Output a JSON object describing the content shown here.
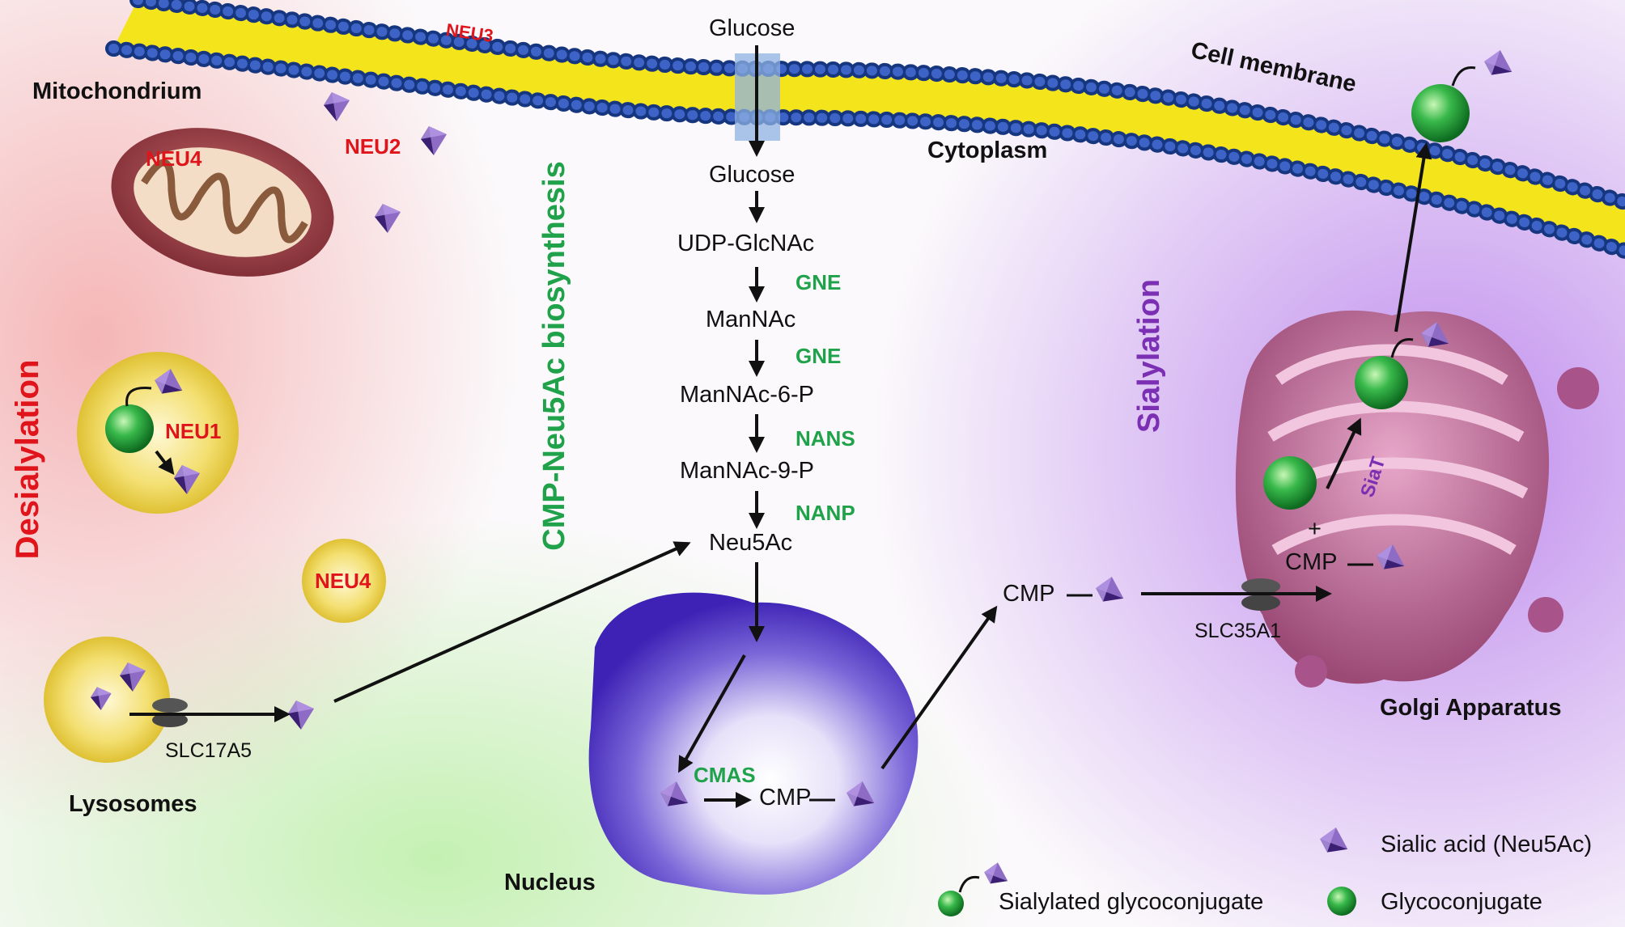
{
  "cell_membrane": "Cell membrane",
  "cytoplasm": "Cytoplasm",
  "mitochondrium": "Mitochondrium",
  "lysosomes": "Lysosomes",
  "nucleus": "Nucleus",
  "golgi": "Golgi Apparatus",
  "sections": {
    "desialylation": "Desialylation",
    "biosynthesis": "CMP-Neu5Ac biosynthesis",
    "sialylation": "Sialylation"
  },
  "neuraminidases": {
    "neu1": "NEU1",
    "neu2": "NEU2",
    "neu3": "NEU3",
    "neu4_mito": "NEU4",
    "neu4_vesicle": "NEU4"
  },
  "pathway": {
    "glucose_out": "Glucose",
    "glucose_in": "Glucose",
    "udp_glcnac": "UDP-GlcNAc",
    "mannac": "ManNAc",
    "mannac6p": "ManNAc-6-P",
    "mannac9p": "ManNAc-9-P",
    "neu5ac": "Neu5Ac"
  },
  "enzymes": {
    "gne1": "GNE",
    "gne2": "GNE",
    "nans": "NANS",
    "nanp": "NANP",
    "cmas": "CMAS",
    "siat": "SiaT"
  },
  "transporters": {
    "slc17a5": "SLC17A5",
    "slc35a1": "SLC35A1"
  },
  "cmp": {
    "nucleus": "CMP",
    "cytoplasm": "CMP",
    "golgi": "CMP",
    "plus": "+"
  },
  "legend": {
    "sialic_acid": "Sialic acid (Neu5Ac)",
    "sialylated": "Sialylated glycoconjugate",
    "glycoconjugate": "Glycoconjugate"
  },
  "colors": {
    "enzyme": "#1fa24a",
    "neuraminidase": "#e0141b",
    "sialylation_title": "#7b2fb3",
    "membrane_head": "#1a3f95",
    "membrane_tail": "#f4e41c"
  }
}
